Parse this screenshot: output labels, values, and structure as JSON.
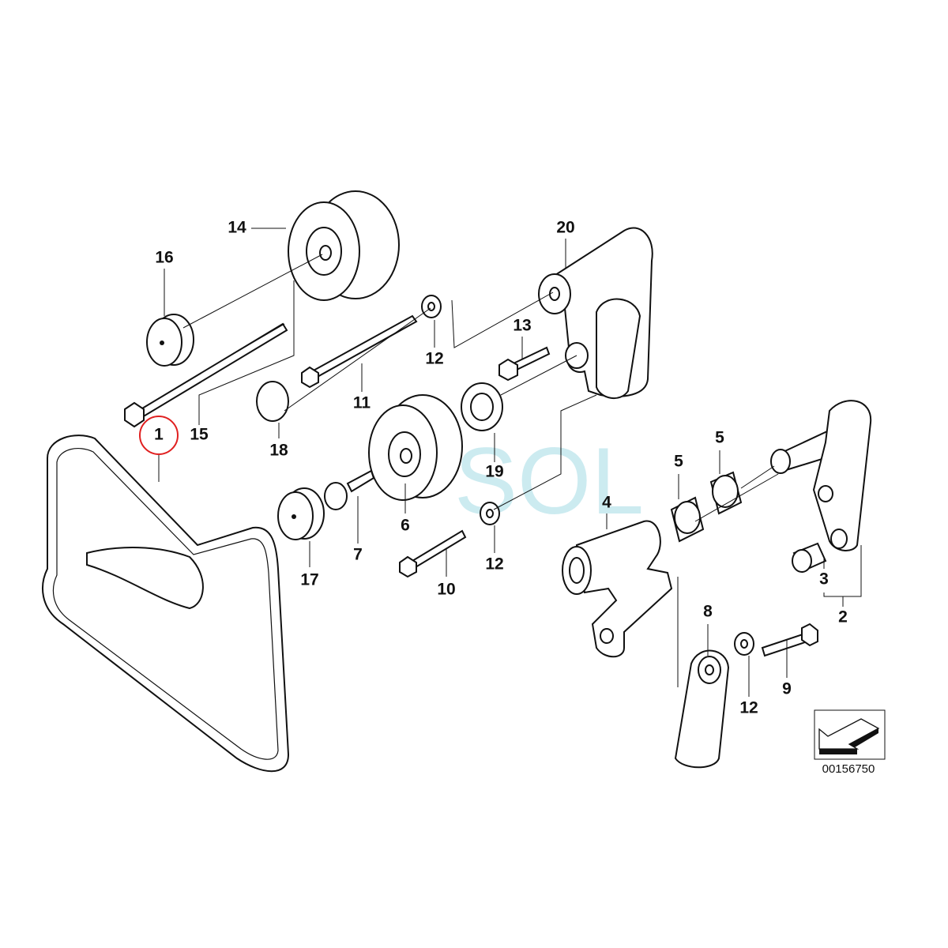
{
  "diagram": {
    "labels": [
      {
        "id": "14",
        "text": "14"
      },
      {
        "id": "16",
        "text": "16"
      },
      {
        "id": "20",
        "text": "20"
      },
      {
        "id": "12a",
        "text": "12"
      },
      {
        "id": "13",
        "text": "13"
      },
      {
        "id": "11",
        "text": "11"
      },
      {
        "id": "15",
        "text": "15"
      },
      {
        "id": "1",
        "text": "1"
      },
      {
        "id": "18",
        "text": "18"
      },
      {
        "id": "19",
        "text": "19"
      },
      {
        "id": "5a",
        "text": "5"
      },
      {
        "id": "5b",
        "text": "5"
      },
      {
        "id": "4",
        "text": "4"
      },
      {
        "id": "6",
        "text": "6"
      },
      {
        "id": "7",
        "text": "7"
      },
      {
        "id": "17",
        "text": "17"
      },
      {
        "id": "12b",
        "text": "12"
      },
      {
        "id": "10",
        "text": "10"
      },
      {
        "id": "3",
        "text": "3"
      },
      {
        "id": "2",
        "text": "2"
      },
      {
        "id": "8",
        "text": "8"
      },
      {
        "id": "12c",
        "text": "12"
      },
      {
        "id": "9",
        "text": "9"
      }
    ],
    "highlight_label": "1",
    "highlight_color": "#e02020",
    "diagram_code": "00156750",
    "watermark": "SOL",
    "watermark_color": "#8fd3e0"
  }
}
